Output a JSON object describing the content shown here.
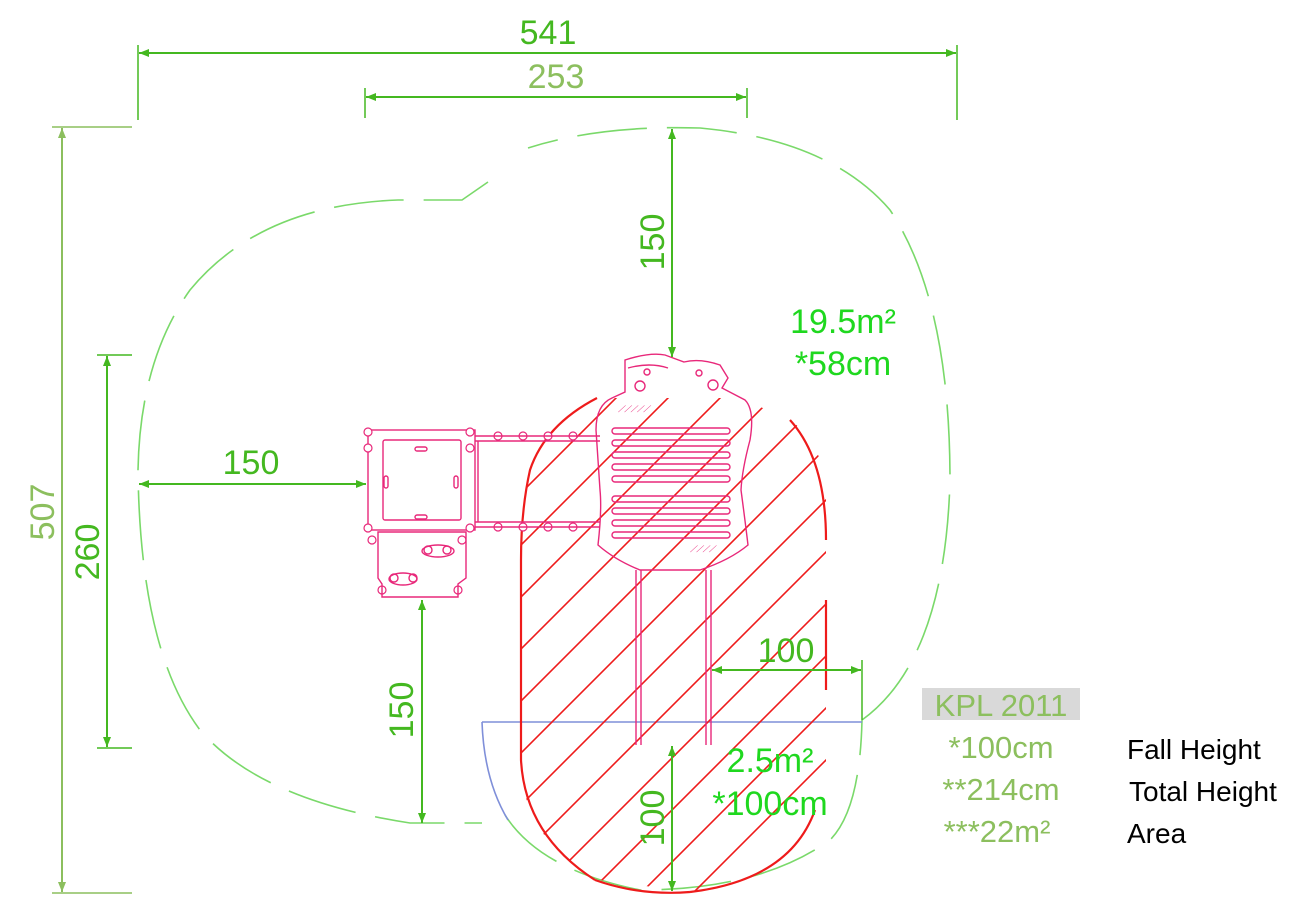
{
  "dimensions": {
    "overall_width": "541",
    "inner_width": "253",
    "overall_height": "507",
    "platform_height": "260",
    "left_clearance": "150",
    "top_clearance": "150",
    "bottom_clearance": "150",
    "slide_side": "100",
    "slide_end": "100"
  },
  "areas": {
    "main_area": "19.5m²",
    "main_fall": "*58cm",
    "slide_area": "2.5m²",
    "slide_fall": "*100cm"
  },
  "info": {
    "code": "KPL 2011",
    "rows": [
      {
        "value": "*100cm",
        "label": "Fall Height"
      },
      {
        "value": "**214cm",
        "label": "Total Height"
      },
      {
        "value": "***22m²",
        "label": "Area"
      }
    ]
  },
  "colors": {
    "dimension": "#44b820",
    "dimension_olive": "#8cbf5e",
    "safety_zone": "#7ad96a",
    "impact_zone": "#ee1b1b",
    "equipment": "#e8287a",
    "ground_line": "#7f8fd9"
  }
}
